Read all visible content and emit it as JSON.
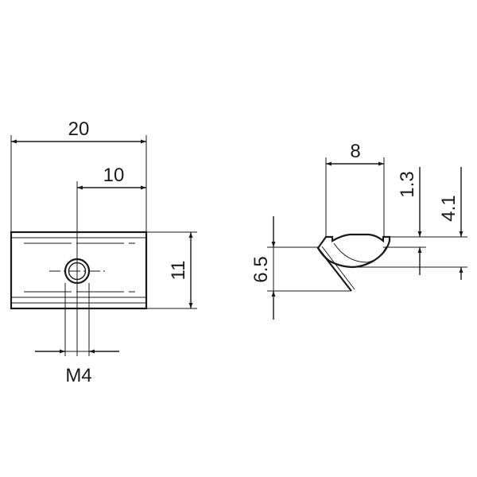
{
  "dimensions": {
    "overall_width": "20",
    "hole_offset": "10",
    "body_height": "11",
    "thread": "M4",
    "profile_width": "8",
    "step_height": "1.3",
    "total_height": "4.1",
    "slot_height": "6.5"
  }
}
